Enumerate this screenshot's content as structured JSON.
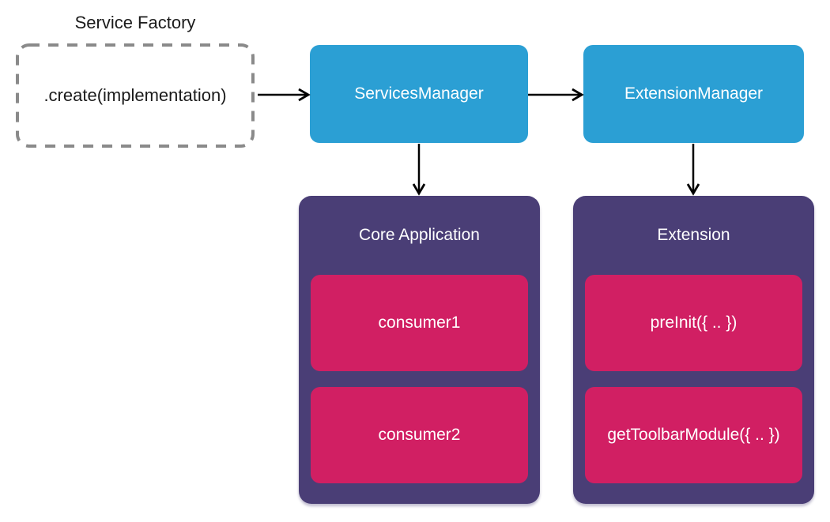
{
  "colors": {
    "blue": "#2B9FD4",
    "purple": "#4A3E76",
    "pink": "#D11F63",
    "dash_gray": "#8A8A8A",
    "arrow": "#000000",
    "text_dark": "#1B1B1B",
    "text_light": "#FFFFFF"
  },
  "nodes": {
    "service_factory": {
      "label": "Service Factory",
      "method": ".create(implementation)"
    },
    "services_manager": {
      "label": "ServicesManager"
    },
    "extension_manager": {
      "label": "ExtensionManager"
    },
    "core_application": {
      "title": "Core Application",
      "items": [
        "consumer1",
        "consumer2"
      ]
    },
    "extension": {
      "title": "Extension",
      "items": [
        "preInit({ .. })",
        "getToolbarModule({ .. })"
      ]
    }
  }
}
